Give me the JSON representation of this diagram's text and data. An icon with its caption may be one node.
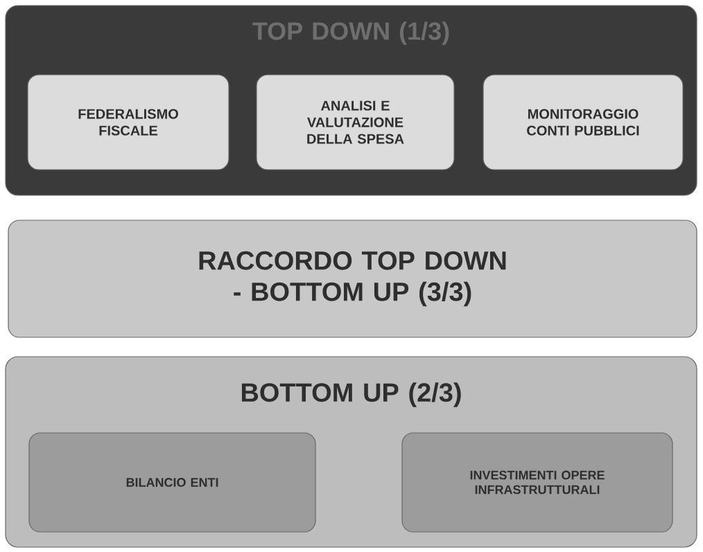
{
  "diagram": {
    "nodes": [
      {
        "text": [
          "TOP DOWN (1/3)"
        ]
      },
      {
        "text": [
          "FEDERALISMO FISCALE"
        ],
        "in": 0
      },
      {
        "text": [
          "ANALISI E VALUTAZIONE DELLA SPESA"
        ],
        "in": 0
      },
      {
        "text": [
          "MONITORAGGIO CONTI PUBBLICI"
        ],
        "in": 0
      },
      {
        "text": [
          "RACCORDO TOP DOWN - BOTTOM UP (3/3)"
        ]
      },
      {
        "text": [
          "BOTTOM UP (2/3)"
        ]
      },
      {
        "text": [
          "BILANCIO ENTI"
        ],
        "in": 5
      },
      {
        "text": [
          "INVESTIMENTI OPERE INFRASTRUTTURALI"
        ],
        "in": 5
      }
    ]
  }
}
